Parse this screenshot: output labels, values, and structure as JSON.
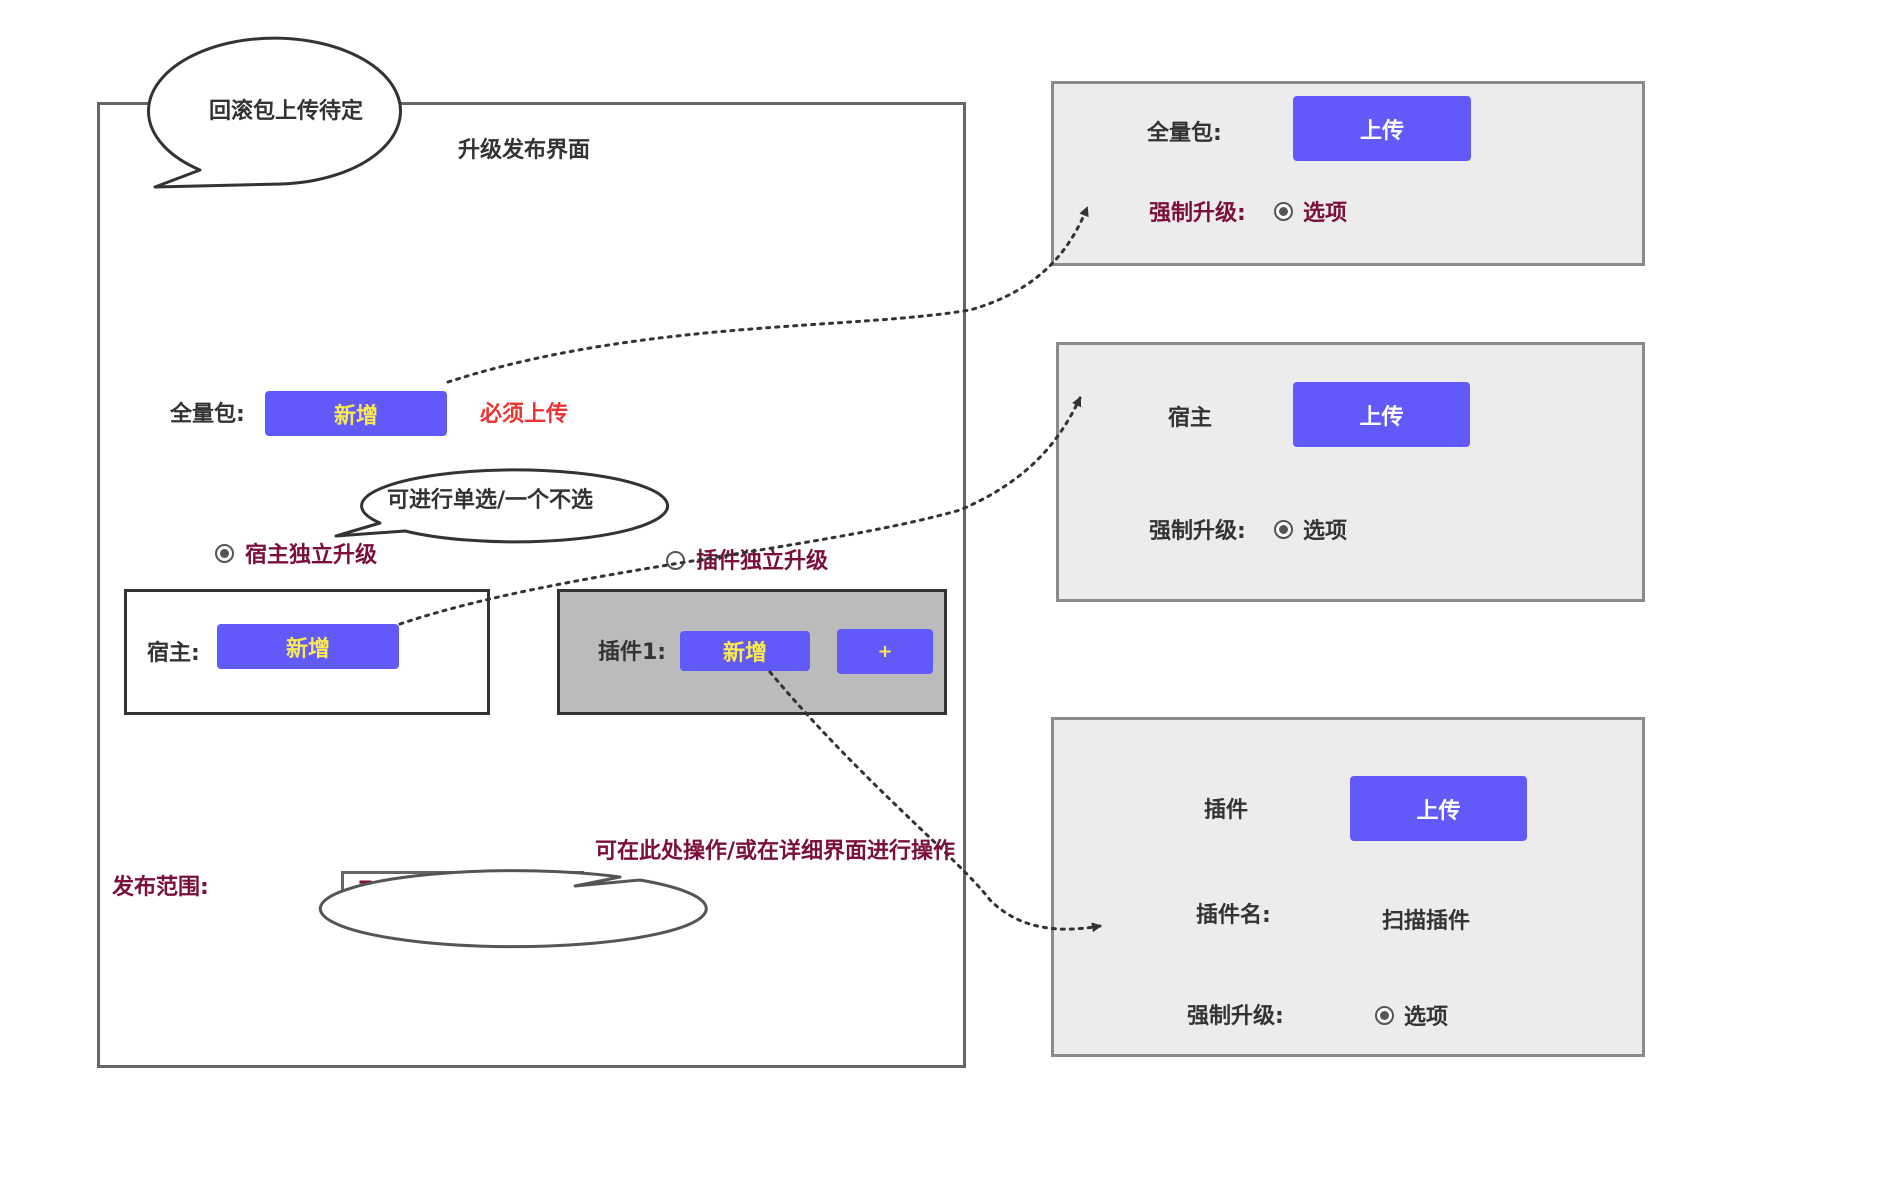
{
  "callouts": {
    "rollback": "回滚包上传待定",
    "single_choice": "可进行单选/一个不选",
    "operate_here": "可在此处操作/或在详细界面进行操作"
  },
  "main": {
    "title": "升级发布界面",
    "full_package_label": "全量包:",
    "full_package_button": "新增",
    "required_note": "必须上传",
    "host_option": "宿主独立升级",
    "plugin_option": "插件独立升级",
    "host_label": "宿主:",
    "host_button": "新增",
    "plugin_label": "插件1:",
    "plugin_button": "新增",
    "plus_button": "+",
    "scope_label": "发布范围:",
    "scope_value": "755Y"
  },
  "panel_full": {
    "label": "全量包:",
    "upload": "上传",
    "force_label": "强制升级:",
    "option": "选项"
  },
  "panel_host": {
    "label": "宿主",
    "upload": "上传",
    "force_label": "强制升级:",
    "option": "选项"
  },
  "panel_plugin": {
    "label": "插件",
    "upload": "上传",
    "name_label": "插件名:",
    "name_value": "扫描插件",
    "force_label": "强制升级:",
    "option": "选项"
  },
  "colors": {
    "button": "#6159f8",
    "button_text_main": "#f7e94e",
    "button_text_panel": "#ffffff",
    "label_maroon": "#7a0f3c",
    "required_red": "#ee3333",
    "panel_bg": "#ececec",
    "plugin_box_bg": "#bbbbbb"
  }
}
